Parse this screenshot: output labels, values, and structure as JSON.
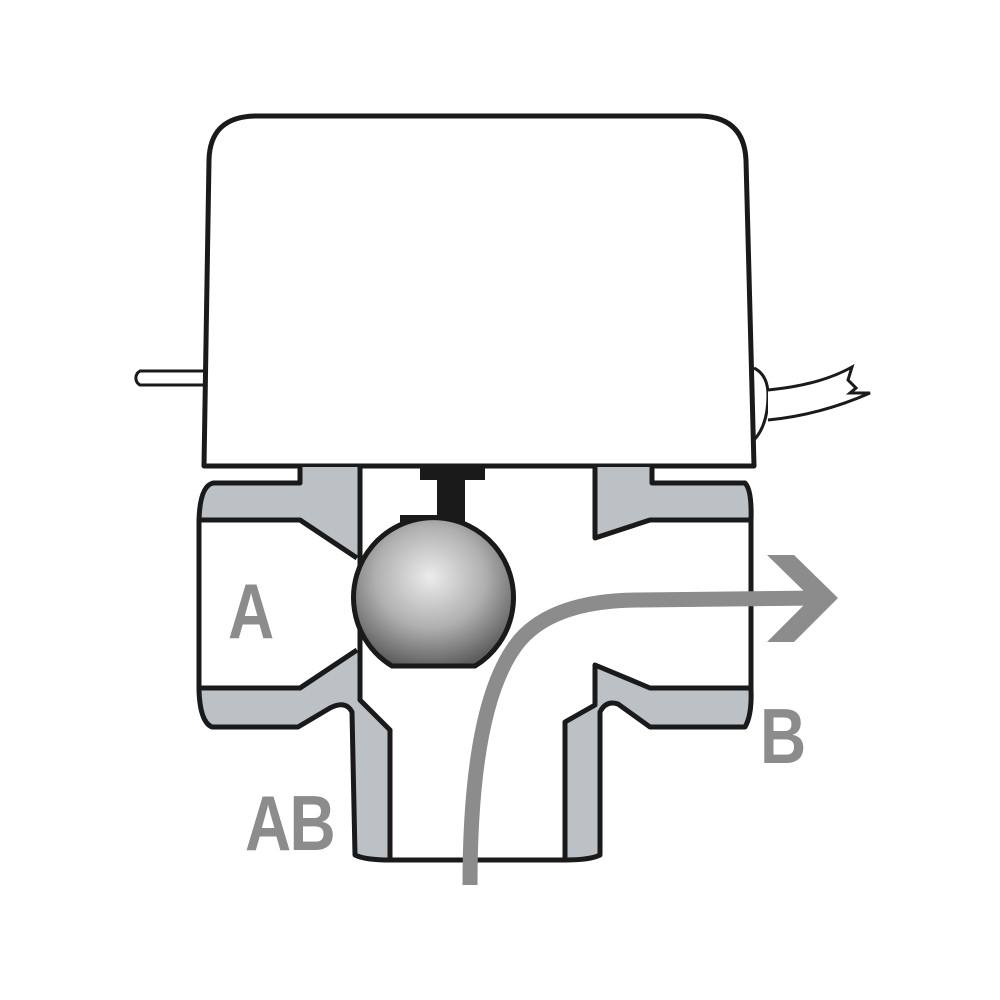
{
  "diagram": {
    "subject": "3-way motorized ball valve with actuator (cross-section)",
    "ports": {
      "a": "A",
      "b": "B",
      "ab": "AB"
    },
    "flow": {
      "from": "AB",
      "to": "B",
      "description": "flow arrow from AB port curving to B port"
    },
    "components": [
      "actuator-housing",
      "manual-lever",
      "power-cable",
      "valve-body",
      "valve-stem",
      "ball"
    ],
    "colors": {
      "outline": "#1a1a1a",
      "body_fill": "#bcc1c6",
      "label": "#8c8c8c",
      "arrow": "#8c8c8c",
      "ball_light": "#e6e6e6",
      "ball_dark": "#6e6e6e",
      "stem": "#1a1a1a",
      "background": "#ffffff"
    }
  }
}
